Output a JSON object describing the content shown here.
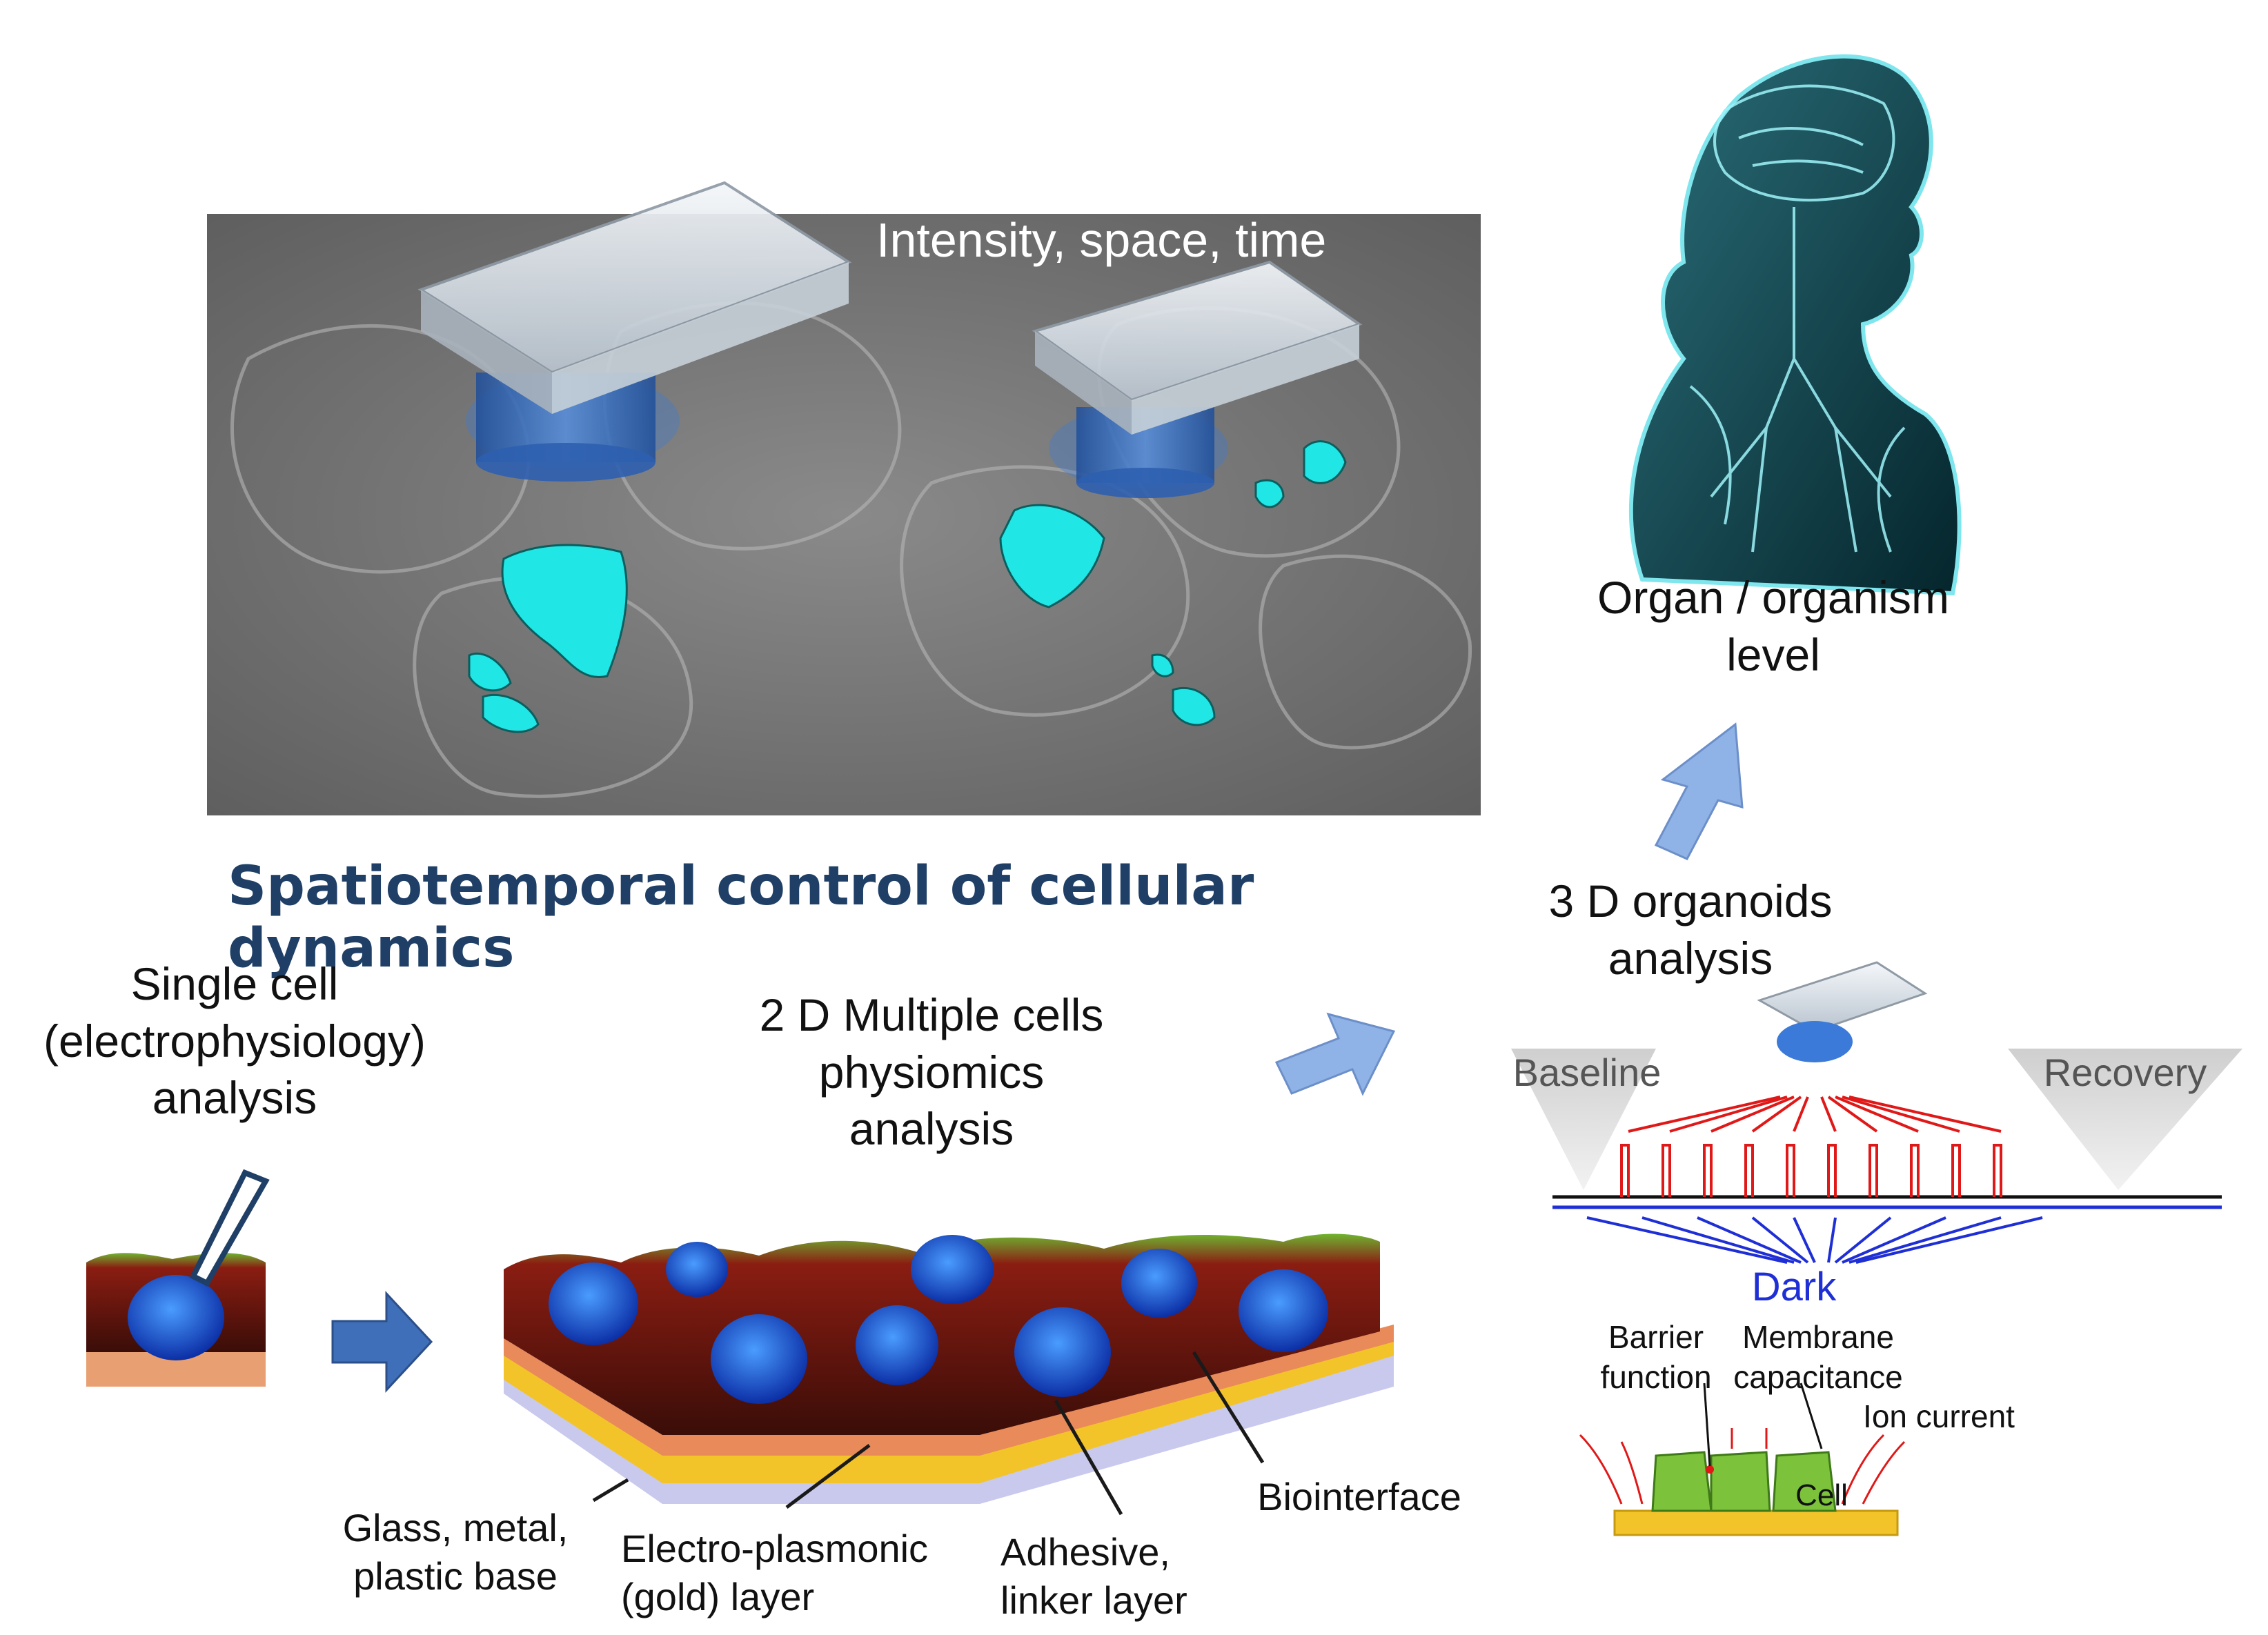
{
  "figure": {
    "title": "Spatiotemporal control of cellular dynamics",
    "microscopy_caption": "Intensity, space, time",
    "organ_label": "Organ / organism\nlevel",
    "organoid_label": "3 D organoids\nanalysis",
    "single_cell_label": "Single cell\n(electrophysiology)\nanalysis",
    "multi_cell_label": "2 D Multiple cells\nphysiomics\nanalysis",
    "layers": {
      "base": "Glass, metal,\nplastic base",
      "gold": "Electro-plasmonic\n(gold) layer",
      "adhesive": "Adhesive,\nlinker layer",
      "biointerface": "Biointerface"
    },
    "stimulation": {
      "baseline": "Baseline",
      "recovery": "Recovery",
      "dark": "Dark",
      "barrier": "Barrier\nfunction",
      "membrane": "Membrane\ncapacitance",
      "ion_current": "Ion current",
      "cell": "Cell"
    }
  },
  "colors": {
    "title": "#1f3f66",
    "arrow": "#8fb3e6",
    "fluorescence": "#21e6e6",
    "light_red": "#e01818",
    "dark_blue": "#1f2fd6",
    "cell_green": "#7cc23a",
    "substrate_gold": "#f2c42a",
    "nucleus_blue": "#1f5fd6"
  }
}
